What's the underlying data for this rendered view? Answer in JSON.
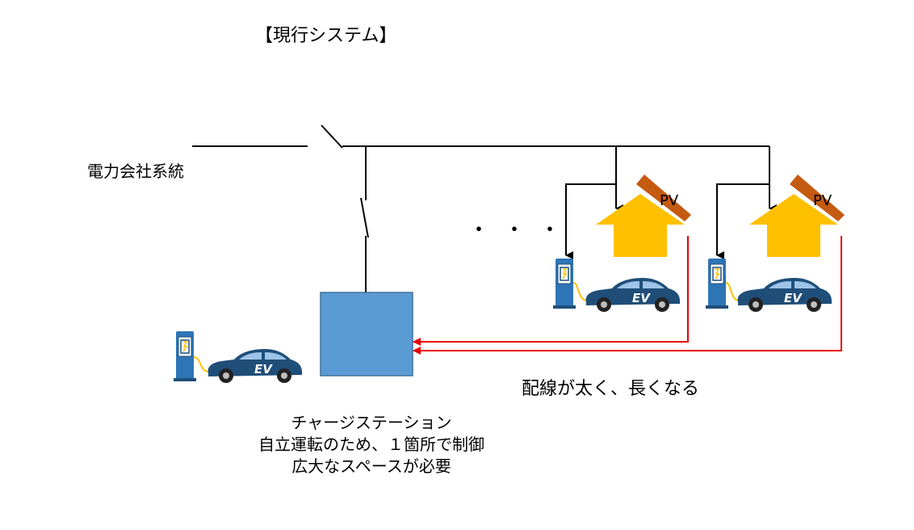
{
  "title": "【現行システム】",
  "grid_label": "電力会社系統",
  "ellipsis": "・・・",
  "houses": [
    {
      "pv_label": "PV",
      "car_label": "EV"
    },
    {
      "pv_label": "PV",
      "car_label": "EV"
    }
  ],
  "station": {
    "car_label": "EV",
    "lines": [
      "チャージステーション",
      "自立運転のため、１箇所で制御",
      "広大なスペースが必要"
    ]
  },
  "wiring_note": "配線が太く、長くなる",
  "colors": {
    "line": "#000000",
    "red_wire": "#e60000",
    "roof": "#ffc000",
    "panel": "#c55a11",
    "station_box": "#5b9bd5",
    "car": "#1f4e79",
    "charger": "#2e75b6"
  }
}
